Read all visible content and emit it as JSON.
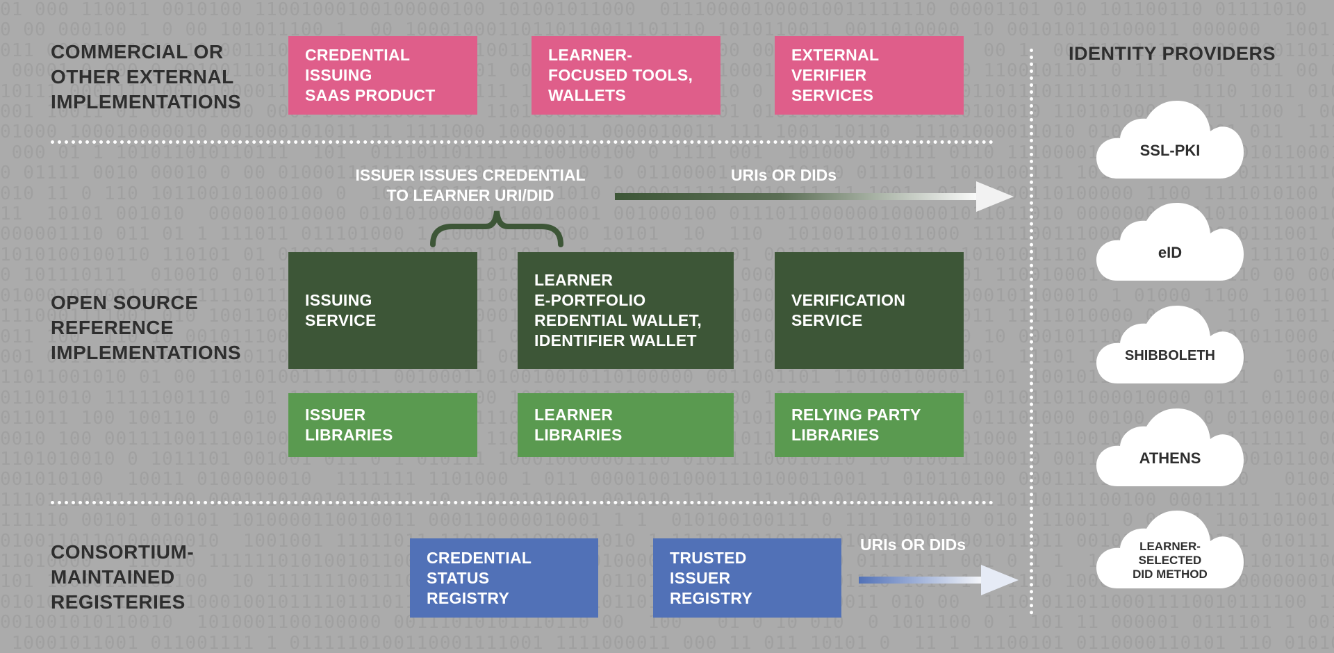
{
  "sections": {
    "commercial": "COMMERCIAL OR\nOTHER EXTERNAL\nIMPLEMENTATIONS",
    "open_source": "OPEN SOURCE\nREFERENCE\nIMPLEMENTATIONS",
    "consortium": "CONSORTIUM-\nMAINTAINED\nREGISTERIES"
  },
  "commercial_boxes": [
    "CREDENTIAL\nISSUING\nSAAS PRODUCT",
    "LEARNER-\nFOCUSED TOOLS,\nWALLETS",
    "EXTERNAL\nVERIFIER\nSERVICES"
  ],
  "reference_boxes": [
    "ISSUING\nSERVICE",
    "LEARNER\nE-PORTFOLIO\nREDENTIAL WALLET,\nIDENTIFIER WALLET",
    "VERIFICATION\nSERVICE"
  ],
  "library_boxes": [
    "ISSUER\nLIBRARIES",
    "LEARNER\nLIBRARIES",
    "RELYING PARTY\nLIBRARIES"
  ],
  "registry_boxes": [
    "CREDENTIAL\nSTATUS\nREGISTRY",
    "TRUSTED\nISSUER\nREGISTRY"
  ],
  "issuer_note": "ISSUER ISSUES CREDENTIAL\nTO LEARNER URI/DID",
  "arrow_label_top": "URIs OR DIDs",
  "arrow_label_bottom": "URIs OR DIDs",
  "identity": {
    "title": "IDENTITY PROVIDERS",
    "providers": [
      "SSL-PKI",
      "eID",
      "SHIBBOLETH",
      "ATHENS",
      "LEARNER-\nSELECTED\nDID METHOD"
    ]
  },
  "colors": {
    "pink": "#df5e8a",
    "dark_green": "#3d5637",
    "green": "#5a9a50",
    "blue": "#5171b7",
    "background": "#ababab"
  }
}
